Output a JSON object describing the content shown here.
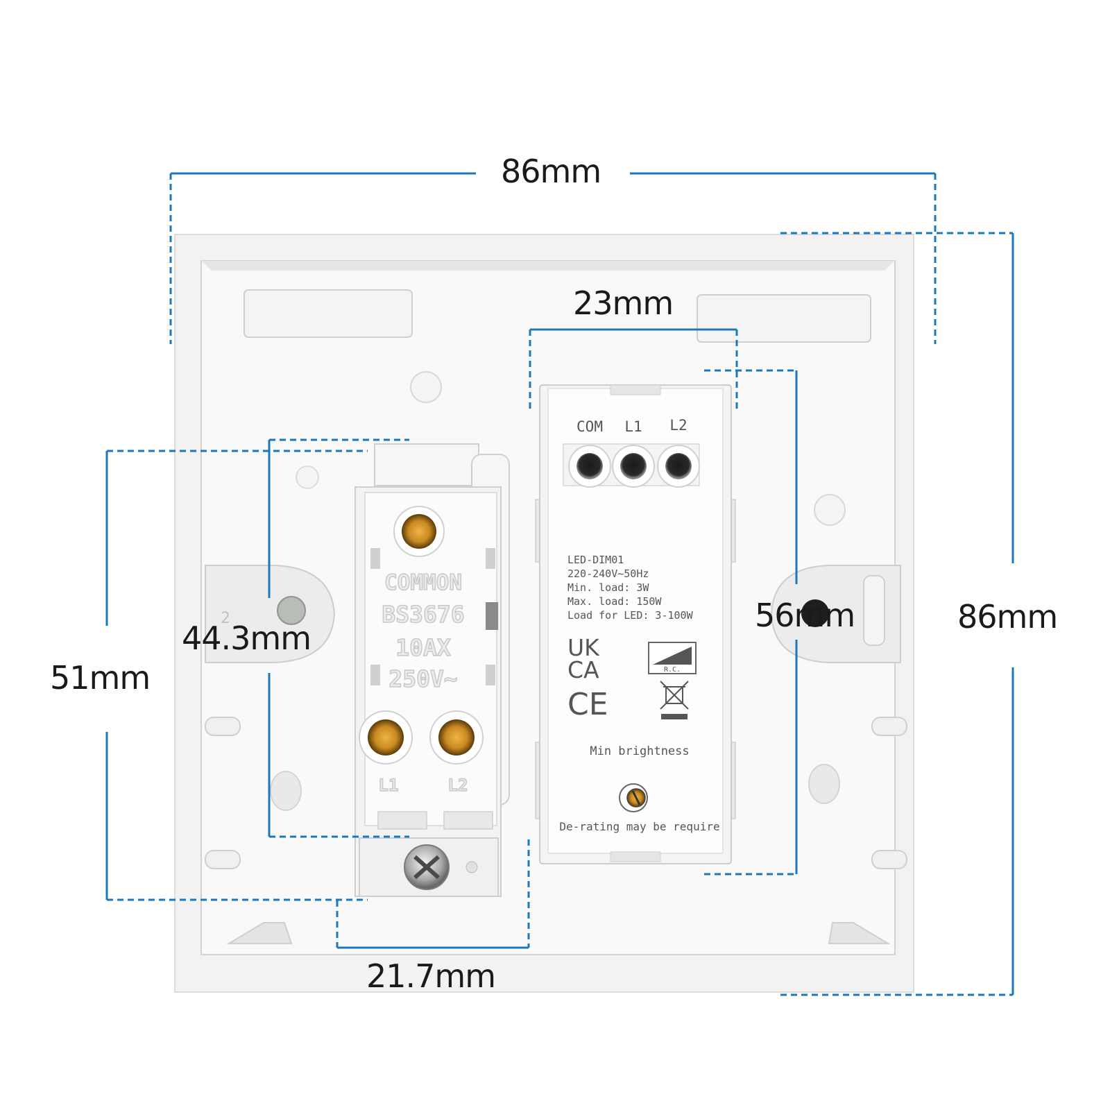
{
  "dimensions": {
    "plate_width": "86mm",
    "plate_height": "86mm",
    "dimmer_width": "23mm",
    "dimmer_height": "56mm",
    "switch_width": "21.7mm",
    "switch_height": "44.3mm",
    "switch_outer_height": "51mm"
  },
  "switch_module": {
    "markings": [
      "COMMON",
      "BS3676",
      "10AX",
      "250V~"
    ],
    "terminal_left": "L1",
    "terminal_right": "L2"
  },
  "dimmer_module": {
    "terminals": [
      "COM",
      "L1",
      "L2"
    ],
    "specs": [
      "LED-DIM01",
      "220-240V~50Hz",
      "Min. load: 3W",
      "Max. load: 150W",
      "Load for LED: 3-100W"
    ],
    "ukca_top": "UK",
    "ukca_bottom": "CA",
    "ce_mark": "CE",
    "rc_mark": "R.C.",
    "min_brightness": "Min brightness",
    "derating_note": "De-rating may be require"
  },
  "plate": {
    "corner_mark": "2"
  },
  "colors": {
    "dimension_line": "#1b78bd",
    "plate": "#f2f2f2",
    "terminal_brass": "#c98a22"
  }
}
